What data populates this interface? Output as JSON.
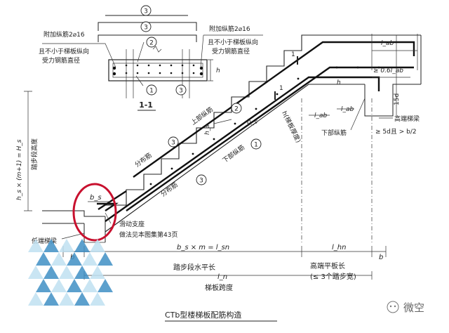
{
  "section": {
    "marker_top1": "3",
    "marker_top2": "3",
    "marker_2": "2",
    "marker_1": "1",
    "marker_3": "3",
    "left_note_line1": "附加纵筋2⌀16",
    "left_note_line2": "且不小于梯板纵向",
    "left_note_line3": "受力钢筋直径",
    "right_note_line1": "附加纵筋2⌀16",
    "right_note_line2": "且不小于梯板纵向",
    "right_note_line3": "受力钢筋直径",
    "height_label": "h",
    "title": "1-1"
  },
  "stair": {
    "height_formula": "h_s × (m+1) = H_s",
    "height_caption": "踏步段高度",
    "upper_bar_label": "上部纵筋",
    "upper_bar_marker": "2",
    "dist_bar_label_1": "分布筋",
    "dist_bar_marker_1": "3",
    "dist_bar_label_2": "分布筋",
    "dist_bar_marker_2": "3",
    "lower_bar_label": "下部纵筋",
    "lower_bar_marker": "1",
    "thickness_label": "h(梯板厚度)",
    "step_width": "b_s",
    "step_height": "h_s",
    "bs_left": "b_s",
    "section_mark": "1",
    "lab_1": "l_ab",
    "lab_2": "l_ab",
    "lower_bar_right": "下部纵筋",
    "high_beam": "高端梯梁",
    "low_beam": "低端梯梁",
    "sliding_support_line1": "滑动支座",
    "sliding_support_line2": "做法见本图集第43页",
    "dim_lab": "l_ab",
    "dim_06": "≥ 0.6l_ab",
    "dim_15d": "15d",
    "anchor_note": "≥ 5d且 > b/2",
    "h_small": "h"
  },
  "dimensions": {
    "b_left": "b",
    "b_right": "b",
    "run_formula": "b_s × m = l_sn",
    "run_caption": "踏步段水平长",
    "span_symbol": "l_n",
    "span_caption": "梯板跨度",
    "high_platform_symbol": "l_hn",
    "high_platform_caption_1": "高端平板长",
    "high_platform_caption_2": "(≤ 3个踏步宽)"
  },
  "caption": "CTb型楼梯板配筋构造",
  "watermark": "微空",
  "colors": {
    "highlight": "#c8102e",
    "logo_tri_dark": "#3f8fc4",
    "logo_tri_light": "#bfe0f1"
  }
}
